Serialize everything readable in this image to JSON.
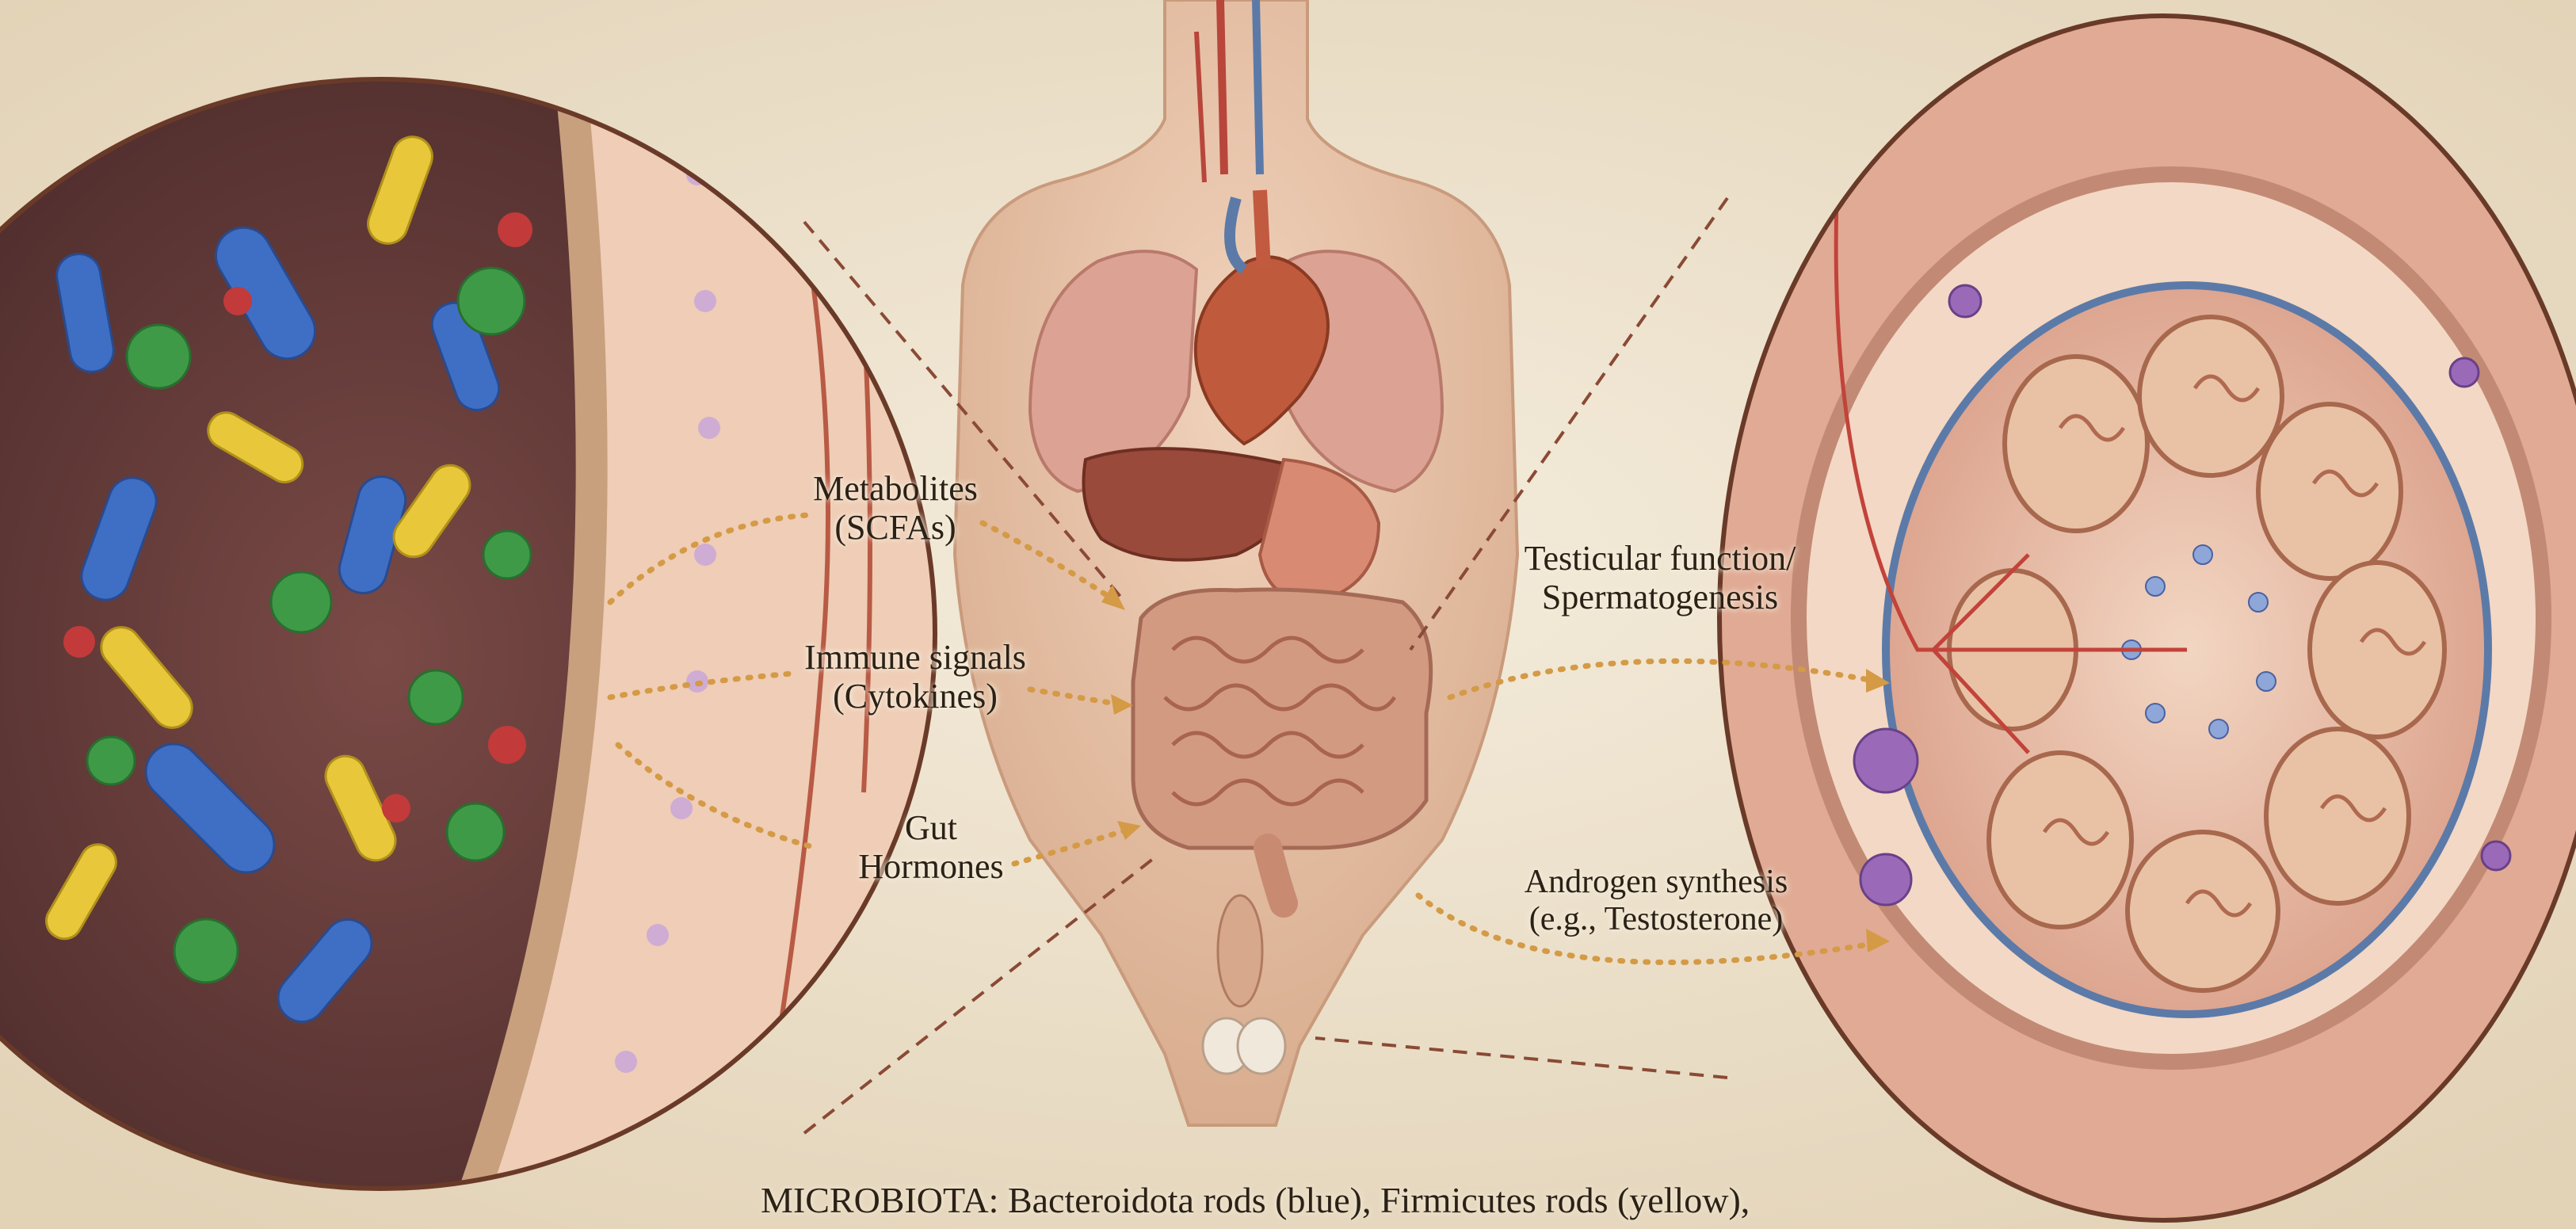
{
  "labels": {
    "metabolites": {
      "line1": "Metabolites",
      "line2": "(SCFAs)"
    },
    "immune": {
      "line1": "Immune signals",
      "line2": "(Cytokines)"
    },
    "gut": {
      "line1": "Gut",
      "line2": "Hormones"
    },
    "testicular": {
      "line1": "Testicular function/",
      "line2": "Spermatogenesis"
    },
    "androgen": {
      "line1": "Androgen synthesis",
      "line2": "(e.g., Testosterone)"
    }
  },
  "caption": "MICROBIOTA: Bacteroidota rods (blue), Firmicutes rods (yellow),",
  "colors": {
    "background": "#efe4d0",
    "bacteroidota": "#3f6fc4",
    "firmicutes": "#e8c83a",
    "cocci": "#3f9a48",
    "tissue": "#e8b9a0",
    "vessel": "#b8463a",
    "arrow": "#d49a45"
  }
}
